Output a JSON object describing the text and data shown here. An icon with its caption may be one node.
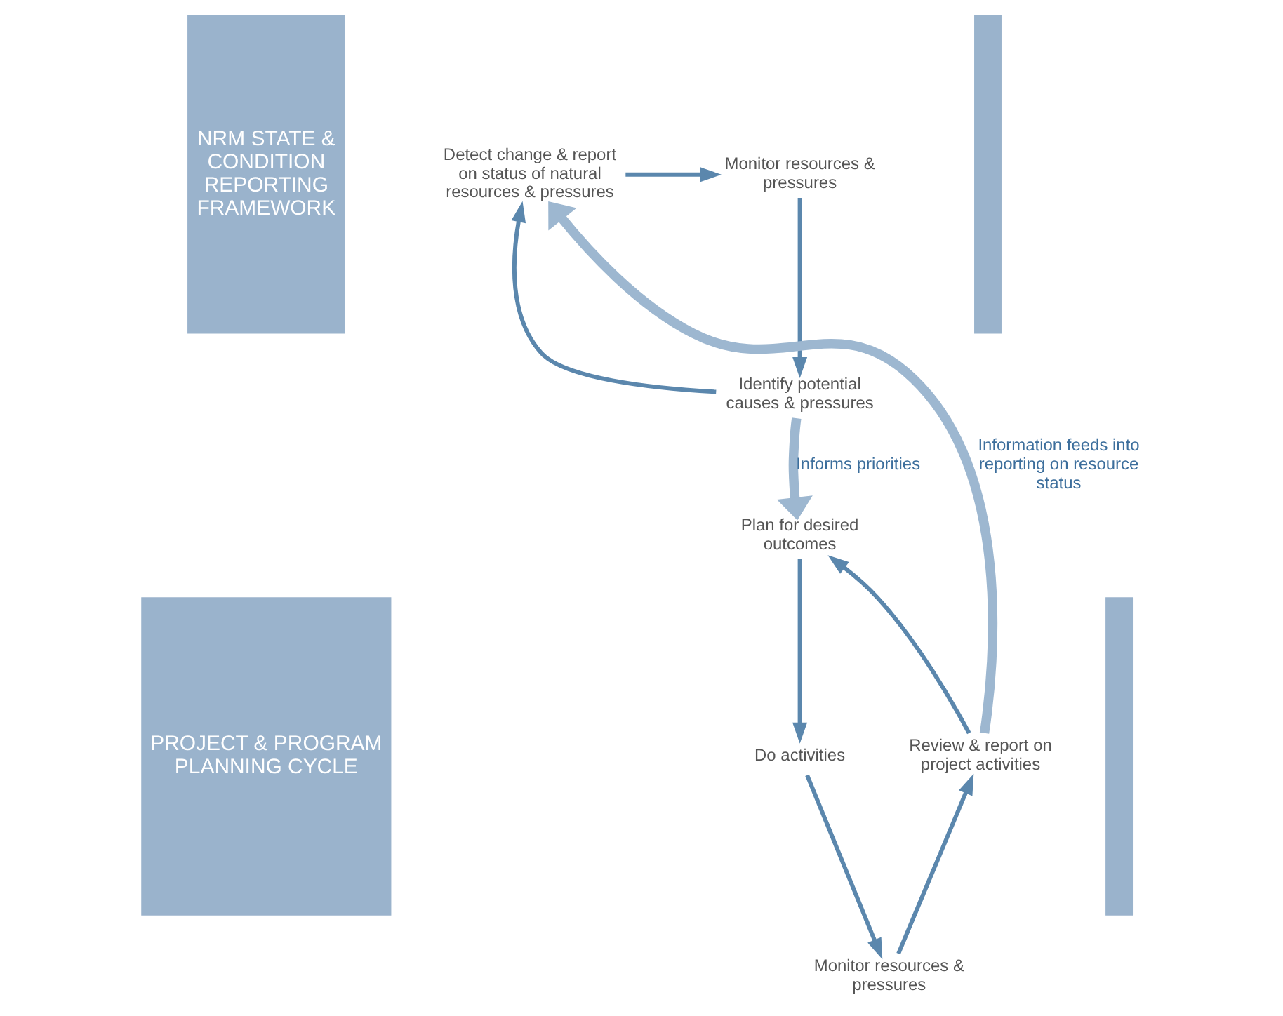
{
  "diagram": {
    "nodes": [
      {
        "text": [
          "NRM STATE & CONDITION REPORTING FRAMEWORK"
        ]
      },
      {
        "text": [
          "PROJECT & PROGRAM PLANNING CYCLE"
        ]
      },
      {
        "text": [
          "Detect change & report on status of natural resources & pressures"
        ]
      },
      {
        "text": [
          "Monitor resources & pressures"
        ]
      },
      {
        "text": [
          "Identify potential causes & pressures"
        ]
      },
      {
        "text": [
          "Plan for desired outcomes"
        ]
      },
      {
        "text": [
          "Do activities"
        ]
      },
      {
        "text": [
          "Monitor resources & pressures"
        ]
      },
      {
        "text": [
          "Review & report on project activities"
        ]
      },
      {
        "text": [],
        "shape": "bar"
      },
      {
        "text": [],
        "shape": "bar"
      }
    ],
    "edges": [
      {
        "from": 2,
        "to": 3,
        "arrow": "to"
      },
      {
        "from": 3,
        "to": 4,
        "arrow": "to"
      },
      {
        "from": 4,
        "to": 2,
        "arrow": "to"
      },
      {
        "from": 4,
        "to": 5,
        "arrow": "to",
        "label": "Informs priorities",
        "style": "thick",
        "color": "#9db7d0"
      },
      {
        "from": 5,
        "to": 6,
        "arrow": "to"
      },
      {
        "from": 6,
        "to": 7,
        "arrow": "to"
      },
      {
        "from": 7,
        "to": 8,
        "arrow": "to"
      },
      {
        "from": 8,
        "to": 5,
        "arrow": "to"
      },
      {
        "from": 8,
        "to": 2,
        "arrow": "to",
        "label": "Information feeds into reporting on resource status",
        "style": "thick",
        "color": "#9db7d0"
      }
    ]
  }
}
